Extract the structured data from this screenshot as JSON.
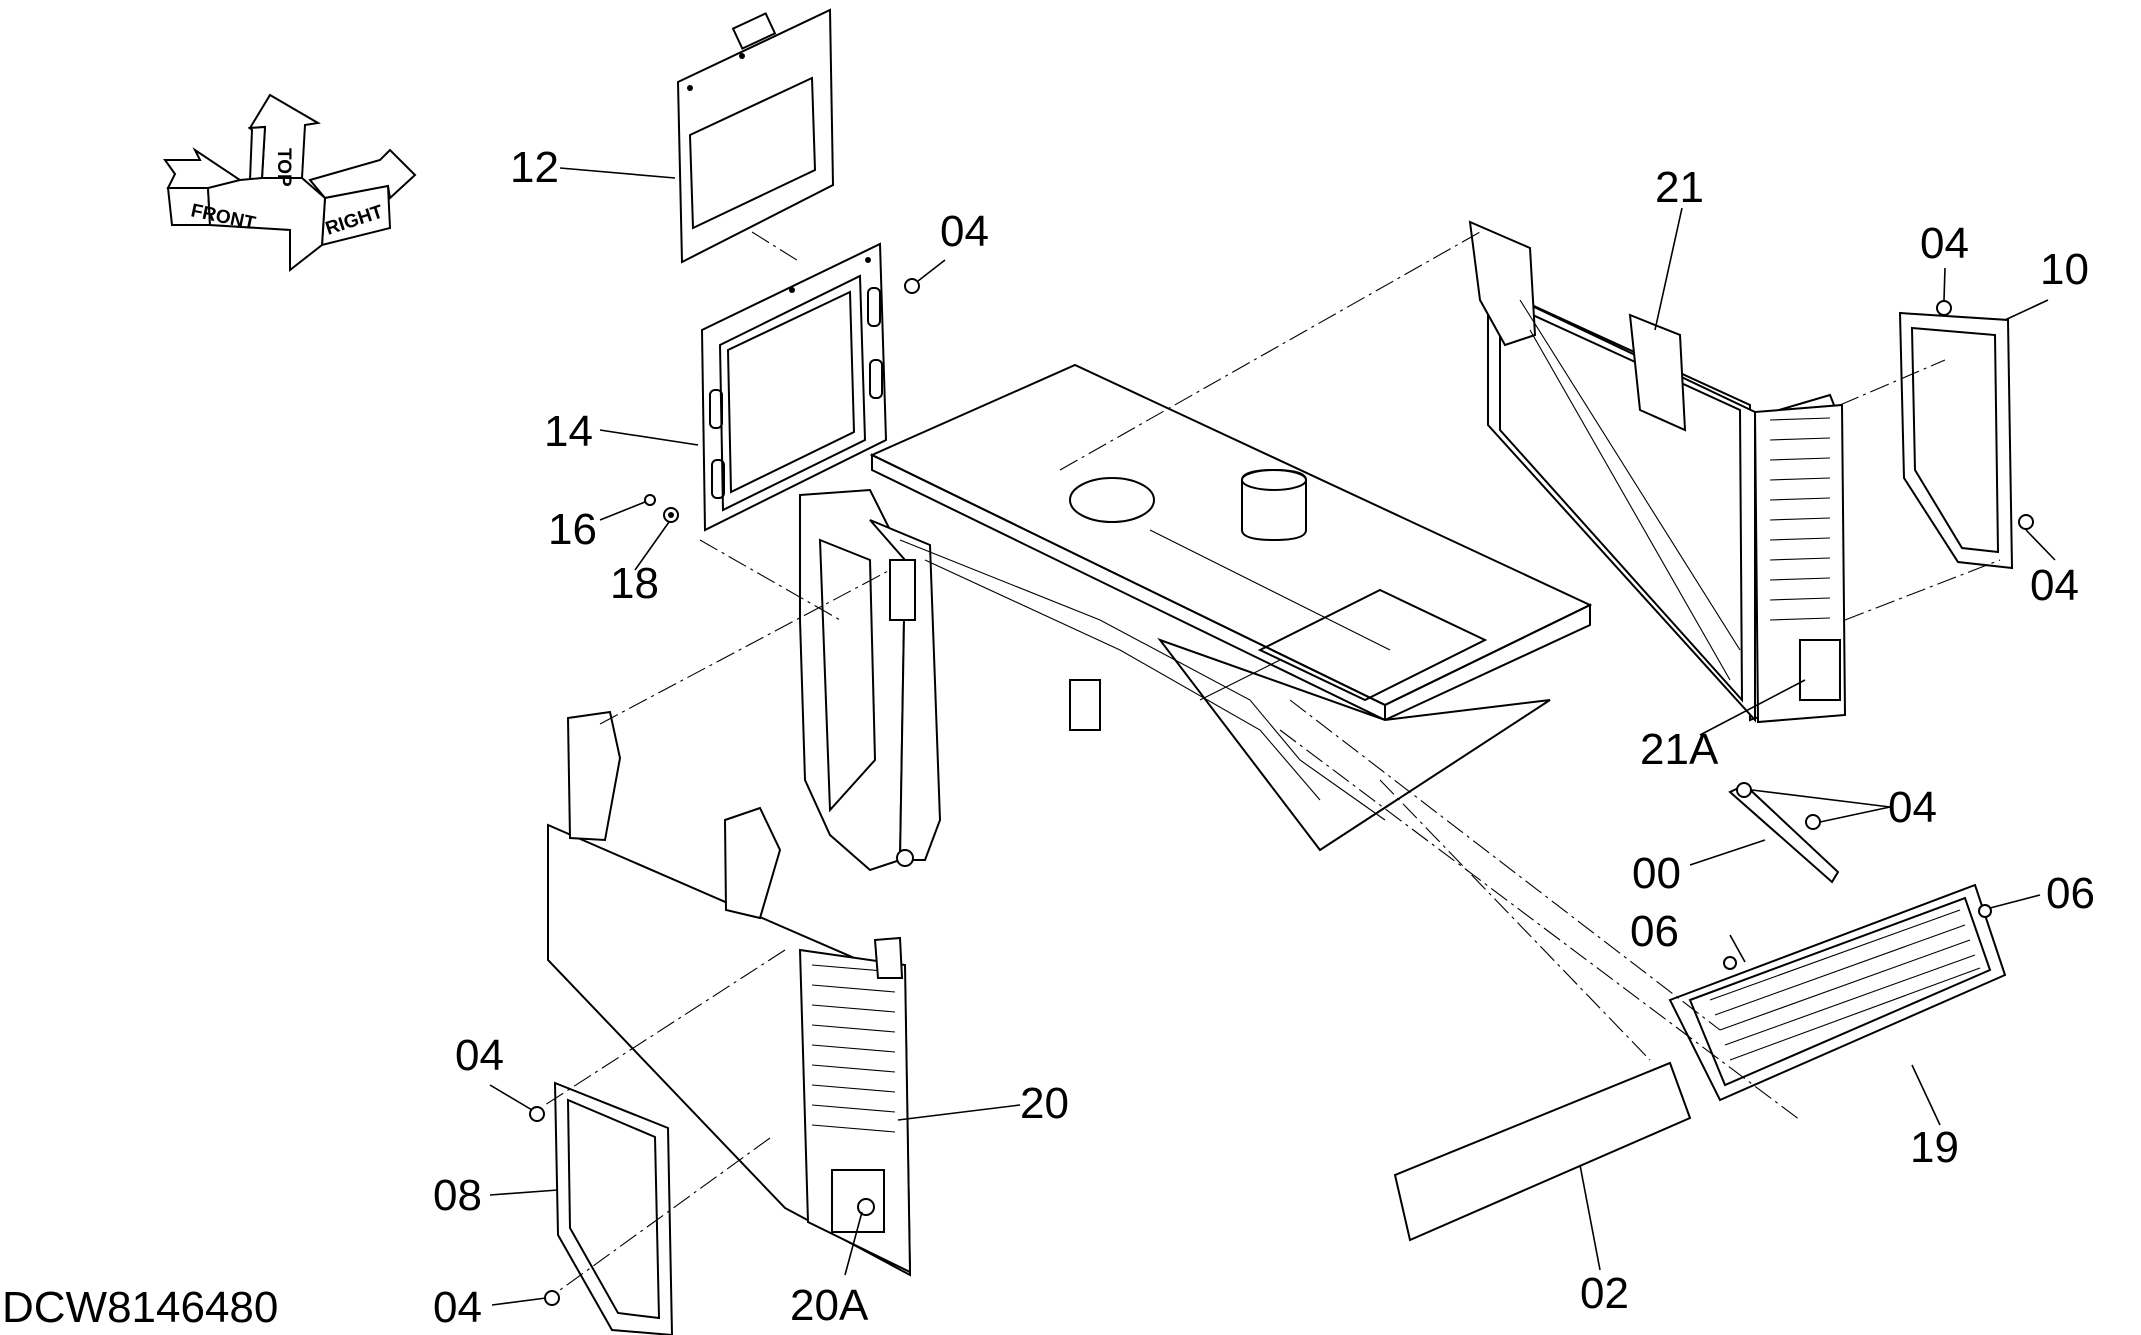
{
  "document_id": "DCW8146480",
  "orientation": {
    "front": "FRONT",
    "top": "TOP",
    "right": "RIGHT"
  },
  "callouts": {
    "c12": "12",
    "c04_top": "04",
    "c14": "14",
    "c16": "16",
    "c18": "18",
    "c21": "21",
    "c04_rtop": "04",
    "c10": "10",
    "c04_rmid": "04",
    "c21A": "21A",
    "c04_louver": "04",
    "c00": "00",
    "c06_left": "06",
    "c06_right": "06",
    "c19": "19",
    "c02": "02",
    "c04_lmid": "04",
    "c20": "20",
    "c08": "08",
    "c04_lbot": "04",
    "c20A": "20A"
  }
}
